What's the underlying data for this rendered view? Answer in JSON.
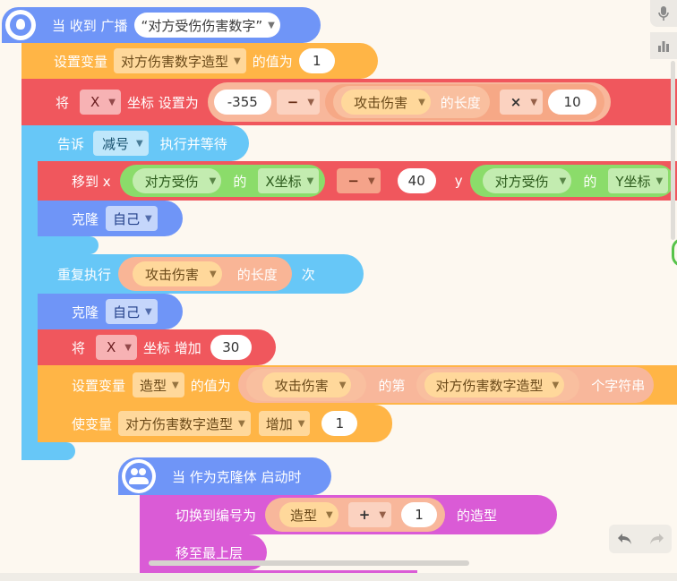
{
  "event_block": {
    "when_receive": "当 收到 广播",
    "broadcast": "“对方受伤伤害数字”"
  },
  "set_var_1": {
    "label": "设置变量",
    "var": "对方伤害数字造型",
    "value_of": "的值为",
    "value": "1"
  },
  "set_x": {
    "label_will": "将",
    "axis": "X",
    "label_set": "坐标 设置为",
    "left": "-355",
    "op_minus": "−",
    "inner_var": "攻击伤害",
    "length_of": "的长度",
    "op_times": "×",
    "right": "10"
  },
  "tell": {
    "label": "告诉",
    "target": "减号",
    "suffix": "执行并等待"
  },
  "goto": {
    "label": "移到 x",
    "sprite1": "对方受伤",
    "of1": "的",
    "prop1": "X坐标",
    "op": "−",
    "offset": "40",
    "y_label": "y",
    "sprite2": "对方受伤",
    "of2": "的",
    "prop2": "Y坐标"
  },
  "clone_1": {
    "label": "克隆",
    "target": "自己"
  },
  "repeat": {
    "label": "重复执行",
    "var": "攻击伤害",
    "length_of": "的长度",
    "times": "次"
  },
  "clone_2": {
    "label": "克隆",
    "target": "自己"
  },
  "change_x": {
    "label_will": "将",
    "axis": "X",
    "label_add": "坐标 增加",
    "value": "30"
  },
  "set_costume_var": {
    "label": "设置变量",
    "var": "造型",
    "value_of": "的值为",
    "source": "攻击伤害",
    "nth": "的第",
    "index_var": "对方伤害数字造型",
    "char": "个字符串"
  },
  "change_var": {
    "label": "使变量",
    "var": "对方伤害数字造型",
    "add": "增加",
    "value": "1"
  },
  "clone_start": {
    "label": "当 作为克隆体 启动时"
  },
  "switch_costume": {
    "label": "切换到编号为",
    "var": "造型",
    "op": "+",
    "value": "1",
    "suffix": "的造型"
  },
  "front": {
    "label": "移至最上层"
  },
  "icons": {
    "mic": "microphone-icon",
    "chart": "chart-icon",
    "undo": "undo-icon",
    "redo": "redo-icon"
  }
}
